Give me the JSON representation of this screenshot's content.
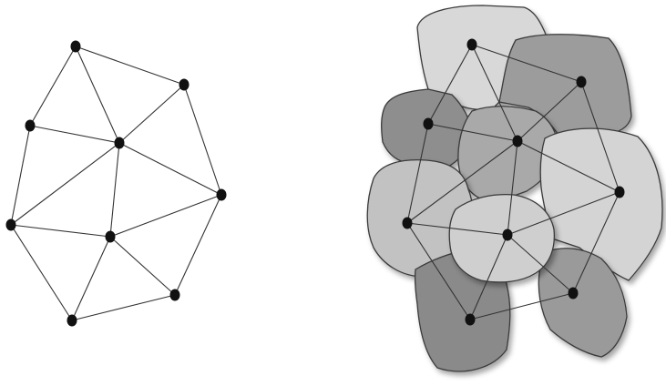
{
  "figures": {
    "left_graph": {
      "nodes": [
        "n1",
        "n2",
        "n3",
        "n4",
        "n5",
        "n6",
        "n7",
        "n8",
        "n9"
      ],
      "edges": [
        [
          "n1",
          "n2"
        ],
        [
          "n1",
          "n3"
        ],
        [
          "n1",
          "n4"
        ],
        [
          "n2",
          "n4"
        ],
        [
          "n2",
          "n5"
        ],
        [
          "n3",
          "n4"
        ],
        [
          "n3",
          "n6"
        ],
        [
          "n4",
          "n5"
        ],
        [
          "n4",
          "n6"
        ],
        [
          "n4",
          "n7"
        ],
        [
          "n5",
          "n7"
        ],
        [
          "n5",
          "n8"
        ],
        [
          "n6",
          "n7"
        ],
        [
          "n6",
          "n9"
        ],
        [
          "n7",
          "n8"
        ],
        [
          "n7",
          "n9"
        ],
        [
          "n8",
          "n9"
        ]
      ]
    },
    "right_cluster": {
      "regions": [
        {
          "id": "r1",
          "fill": "#d8d8d8"
        },
        {
          "id": "r2",
          "fill": "#9c9c9c"
        },
        {
          "id": "r3",
          "fill": "#8e8e8e"
        },
        {
          "id": "r4",
          "fill": "#a9a9a9"
        },
        {
          "id": "r5",
          "fill": "#d4d4d4"
        },
        {
          "id": "r6",
          "fill": "#c2c2c2"
        },
        {
          "id": "r7",
          "fill": "#8a8a8a"
        },
        {
          "id": "r8",
          "fill": "#9a9a9a"
        },
        {
          "id": "r9",
          "fill": "#cfcfcf"
        }
      ],
      "nodes": [
        "m1",
        "m2",
        "m3",
        "m4",
        "m5",
        "m6",
        "m7",
        "m8",
        "m9"
      ],
      "edges": [
        [
          "m1",
          "m2"
        ],
        [
          "m1",
          "m3"
        ],
        [
          "m1",
          "m4"
        ],
        [
          "m2",
          "m4"
        ],
        [
          "m2",
          "m5"
        ],
        [
          "m3",
          "m4"
        ],
        [
          "m3",
          "m6"
        ],
        [
          "m4",
          "m5"
        ],
        [
          "m4",
          "m6"
        ],
        [
          "m4",
          "m7"
        ],
        [
          "m5",
          "m7"
        ],
        [
          "m5",
          "m8"
        ],
        [
          "m6",
          "m7"
        ],
        [
          "m6",
          "m9"
        ],
        [
          "m7",
          "m8"
        ],
        [
          "m7",
          "m9"
        ],
        [
          "m8",
          "m9"
        ]
      ]
    }
  },
  "colors": {
    "node": "#111111",
    "edge": "#333333",
    "region_stroke": "#3a3a3a",
    "background": "#ffffff"
  }
}
